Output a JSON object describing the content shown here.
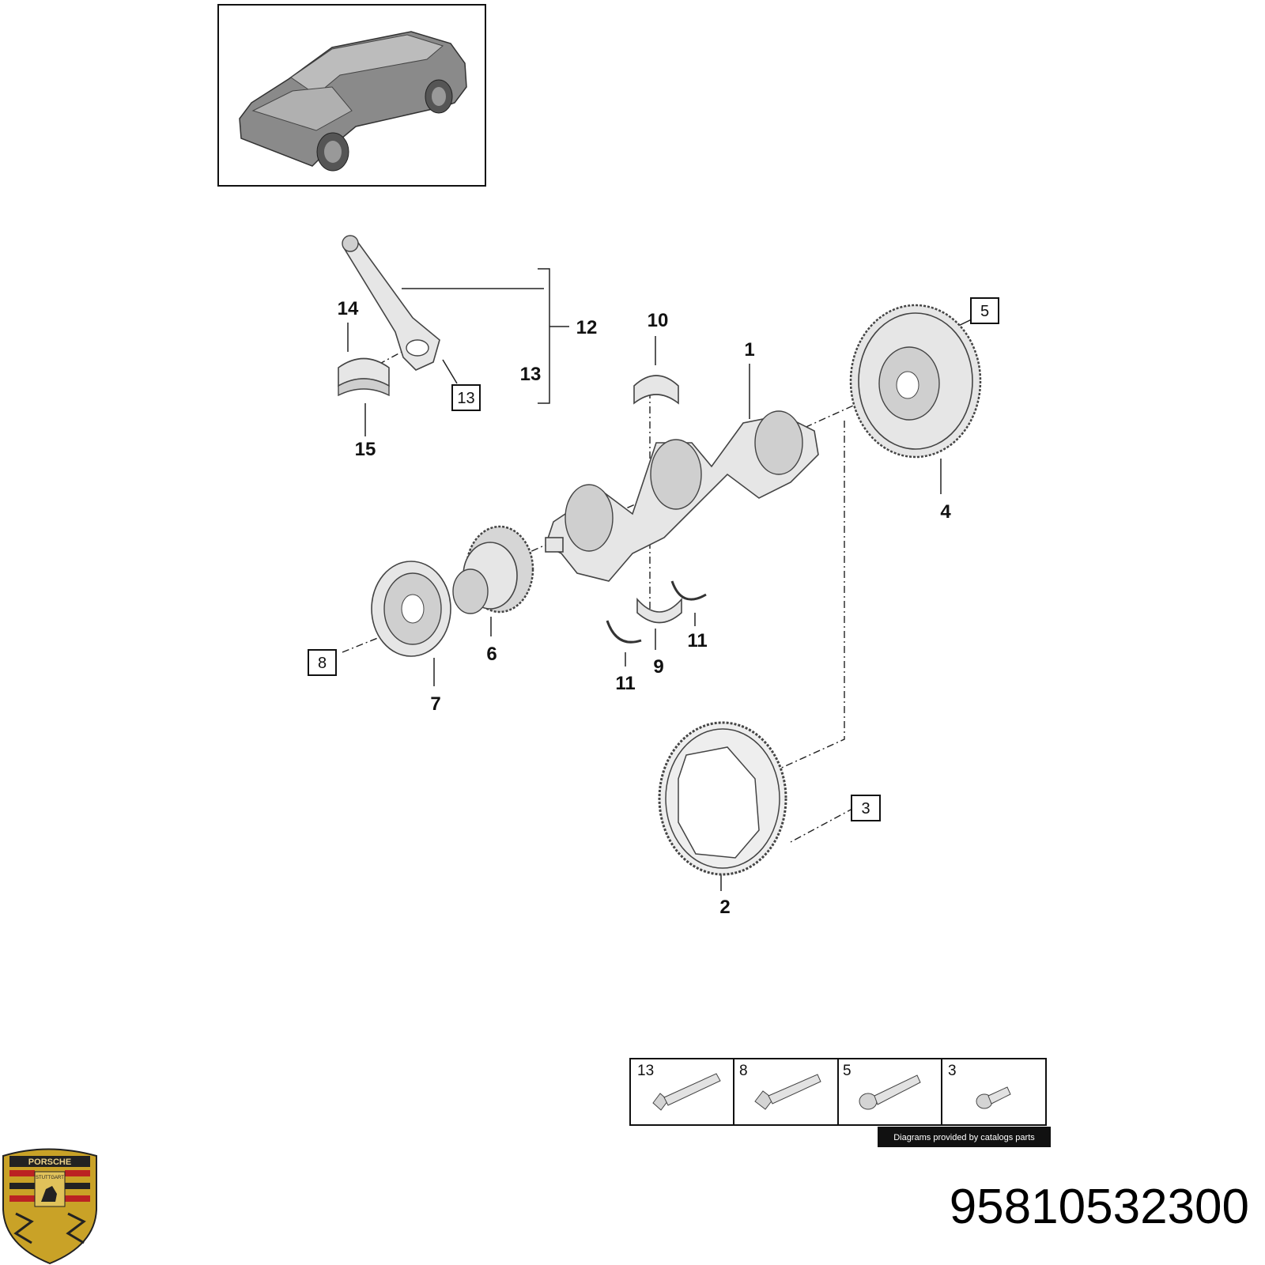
{
  "callouts": [
    "1",
    "2",
    "4",
    "6",
    "7",
    "9",
    "10",
    "11",
    "11",
    "12",
    "13",
    "14",
    "15"
  ],
  "boxed_callouts": [
    "5",
    "13",
    "8",
    "3"
  ],
  "fastener_table": {
    "cells": [
      {
        "label": "13"
      },
      {
        "label": "8"
      },
      {
        "label": "5"
      },
      {
        "label": "3"
      }
    ]
  },
  "credit": "Diagrams provided by catalogs parts",
  "part_number": "95810532300",
  "logo": {
    "text": "PORSCHE",
    "sub": "STUTTGART",
    "icon": "porsche-crest-icon"
  },
  "colors": {
    "line": "#222222",
    "part_fill": "#e6e6e6",
    "credit_bg": "#111111"
  }
}
